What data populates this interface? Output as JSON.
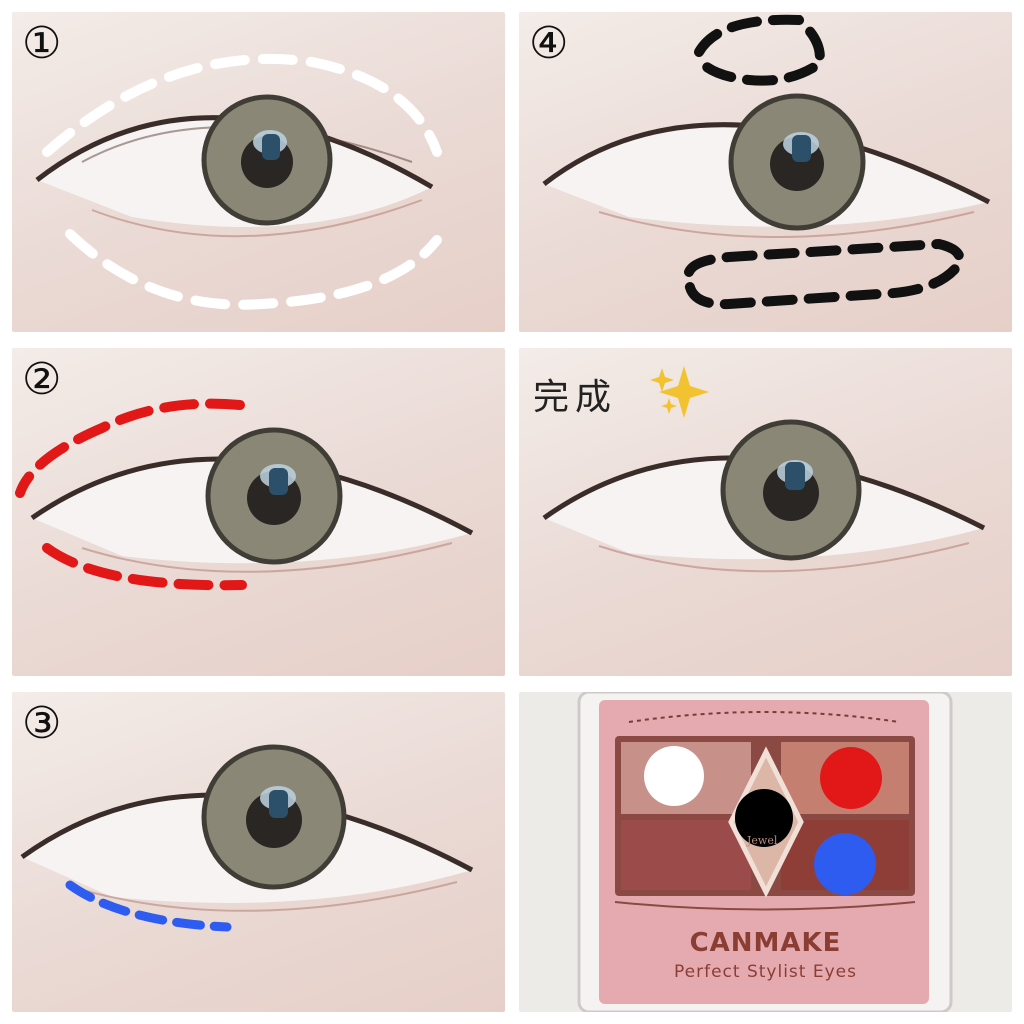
{
  "steps": [
    {
      "label": "①"
    },
    {
      "label": "②"
    },
    {
      "label": "③"
    },
    {
      "label": "④"
    }
  ],
  "done_label": "完成",
  "sparkle_icon": "sparkles-icon",
  "palette": {
    "brand": "CANMAKE",
    "product": "Perfect Stylist Eyes",
    "center_label": "Jewel",
    "marker_colors": {
      "white": "#ffffff",
      "red": "#e21818",
      "black": "#000000",
      "blue": "#2f5cf0"
    }
  },
  "outline_colors": {
    "step1": "#ffffff",
    "step2": "#e21818",
    "step3": "#2f5cf0",
    "step4": "#111111"
  }
}
